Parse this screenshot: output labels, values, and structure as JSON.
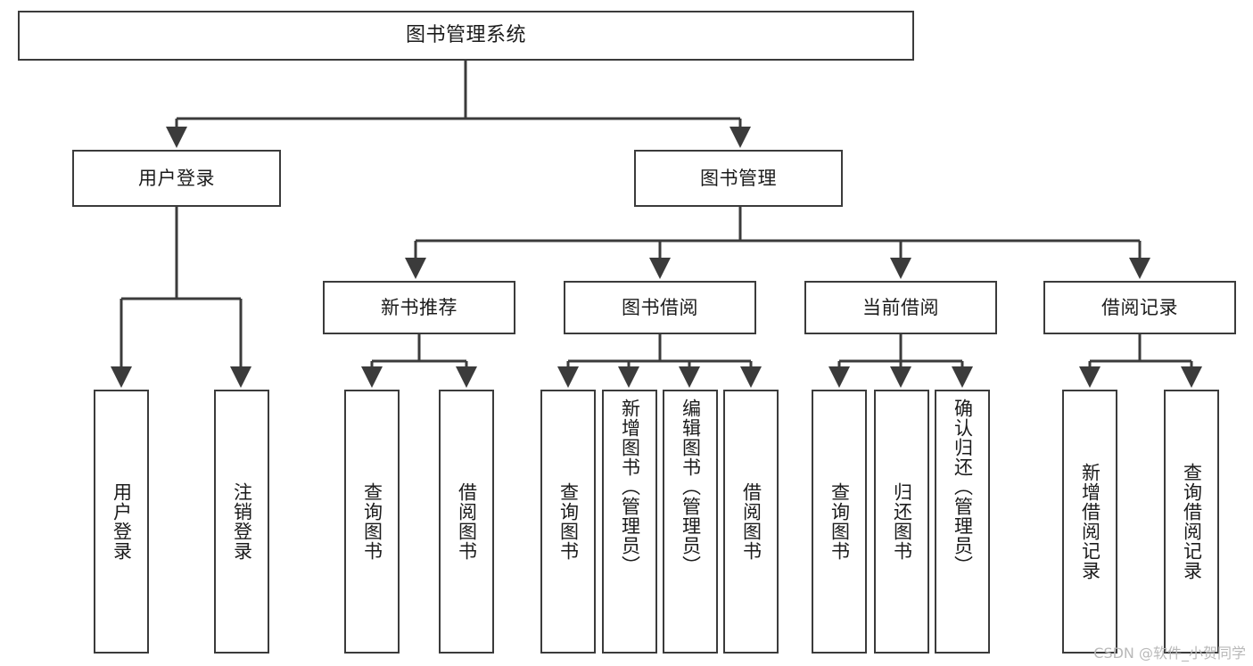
{
  "diagram": {
    "type": "tree",
    "title": "图书管理系统",
    "watermark": "CSDN @软件_小贺同学",
    "colors": {
      "stroke": "#3b3b3b",
      "fill": "#ffffff",
      "text": "#1b1b1b",
      "watermark": "#b9b9b9"
    },
    "nodes": {
      "root": {
        "label": "图书管理系统"
      },
      "tier2": [
        {
          "label": "用户登录"
        },
        {
          "label": "图书管理"
        }
      ],
      "tier3": [
        {
          "label": "新书推荐"
        },
        {
          "label": "图书借阅"
        },
        {
          "label": "当前借阅"
        },
        {
          "label": "借阅记录"
        }
      ],
      "leaves": {
        "user_login": [
          {
            "label": "用户登录"
          },
          {
            "label": "注销登录"
          }
        ],
        "new_book": [
          {
            "label": "查询图书"
          },
          {
            "label": "借阅图书"
          }
        ],
        "book_borrow": [
          {
            "label": "查询图书"
          },
          {
            "label": "新增图书（管理员）"
          },
          {
            "label": "编辑图书（管理员）"
          },
          {
            "label": "借阅图书"
          }
        ],
        "current_borrow": [
          {
            "label": "查询图书"
          },
          {
            "label": "归还图书"
          },
          {
            "label": "确认归还（管理员）"
          }
        ],
        "borrow_record": [
          {
            "label": "新增借阅记录"
          },
          {
            "label": "查询借阅记录"
          }
        ]
      }
    }
  }
}
